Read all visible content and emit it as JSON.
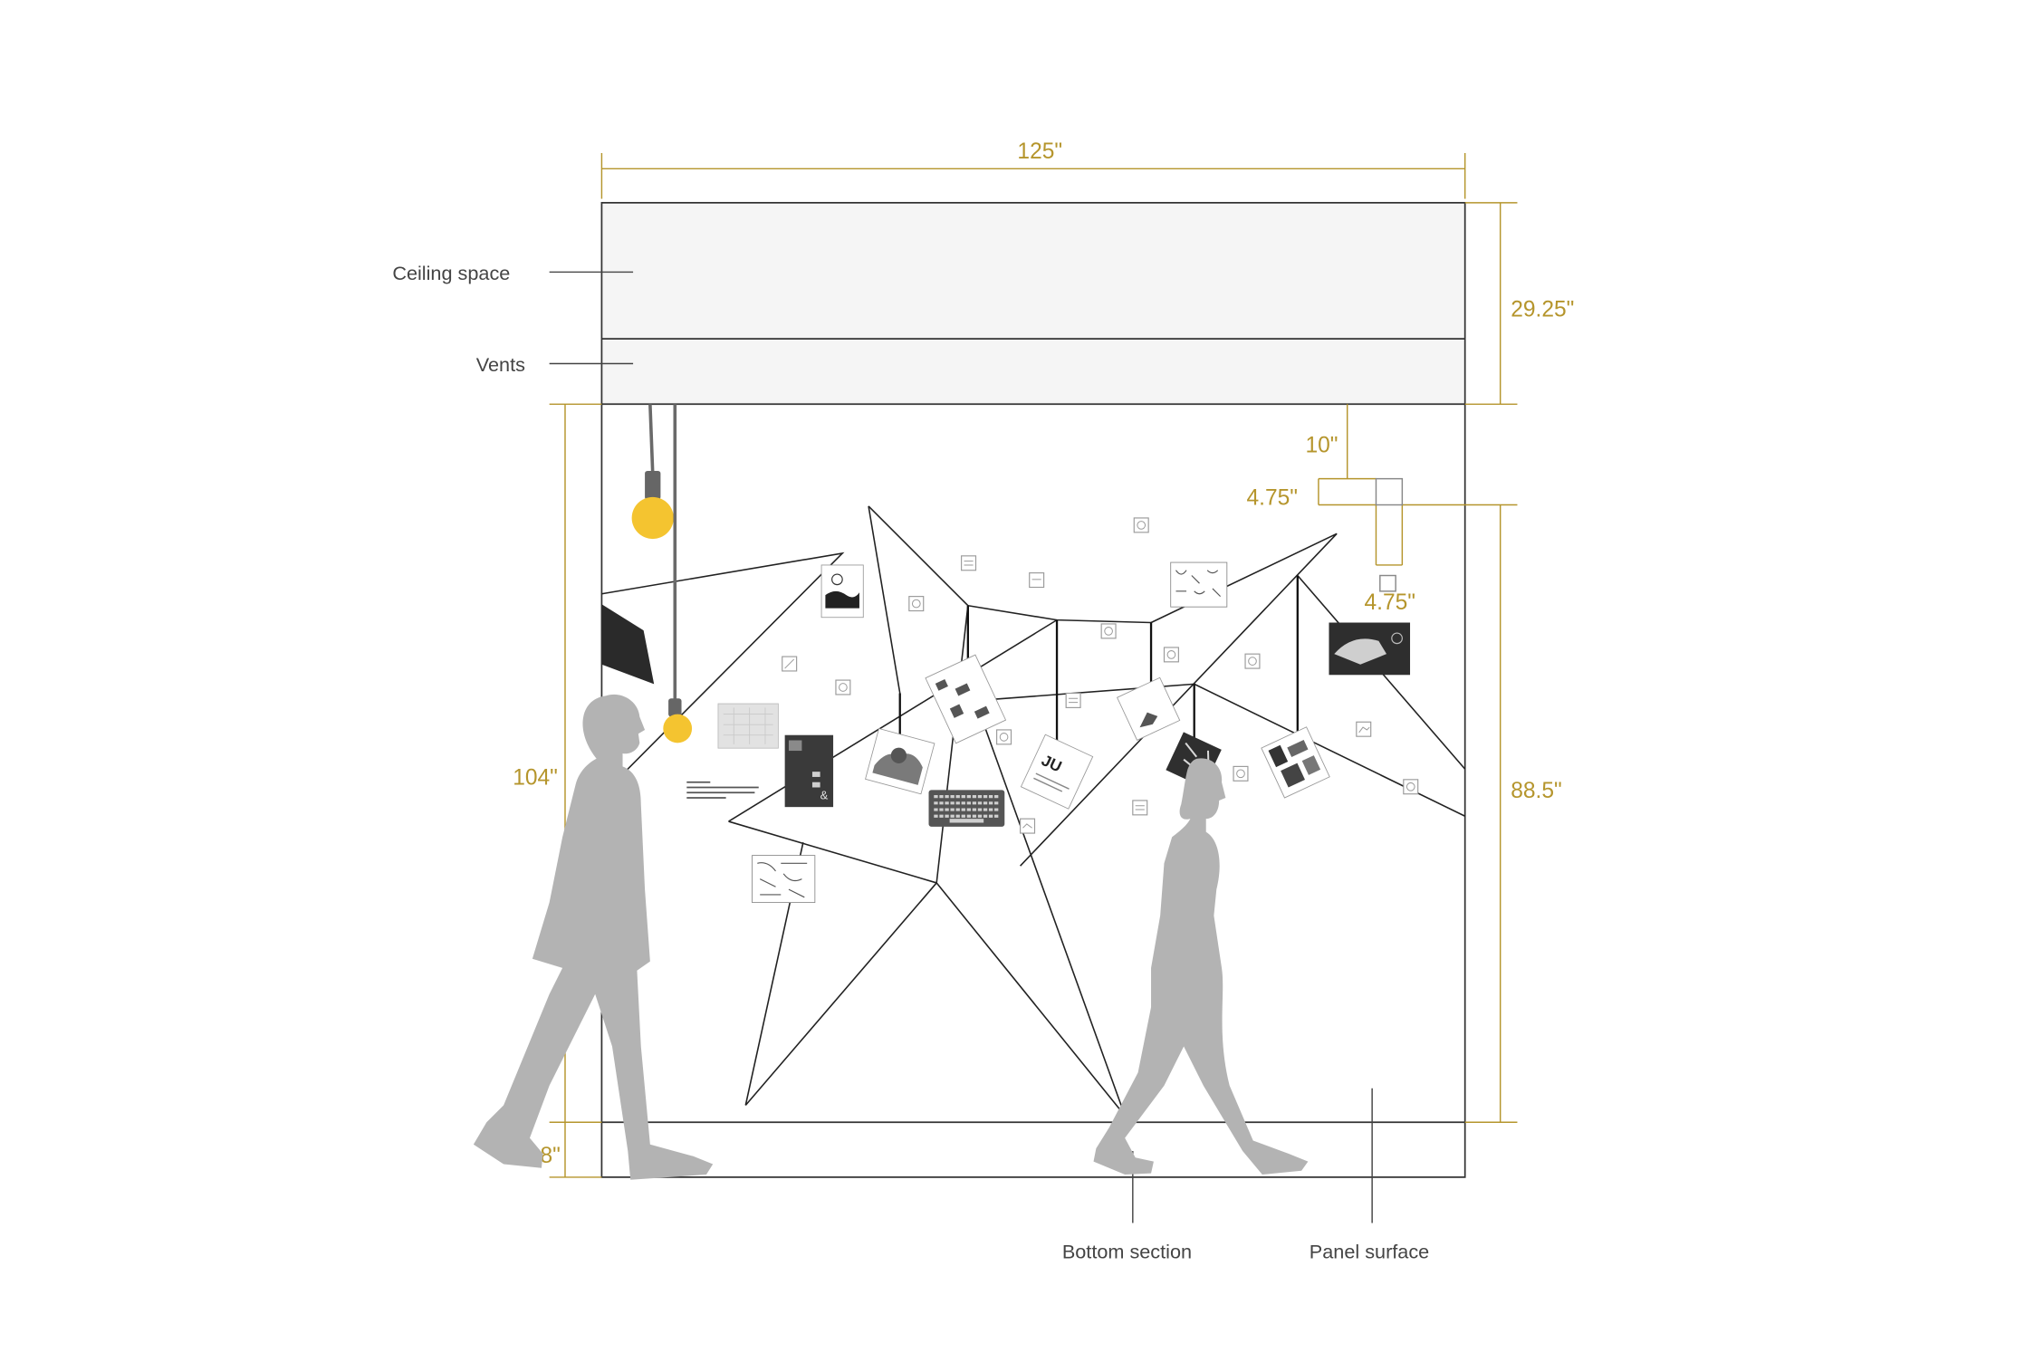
{
  "labels": {
    "ceiling_space": "Ceiling space",
    "vents": "Vents",
    "bottom_section": "Bottom section",
    "panel_surface": "Panel surface"
  },
  "dimensions": {
    "overall_width": "125\"",
    "ceiling_height": "29.25\"",
    "vent_offset": "10\"",
    "vent_width": "4.75\"",
    "vent_height": "4.75\"",
    "panel_height": "104\"",
    "display_height": "88.5\"",
    "bottom_height": "8\""
  },
  "colors": {
    "dimension": "#b5952c",
    "line": "#333333",
    "ceiling_fill": "#f5f5f5",
    "silhouette": "#b3b3b3",
    "bulb": "#f4c430"
  },
  "icons": [
    "pendant-bulb-icon",
    "person-silhouette-icon",
    "keyboard-icon",
    "poster-thumbnail-icon"
  ]
}
